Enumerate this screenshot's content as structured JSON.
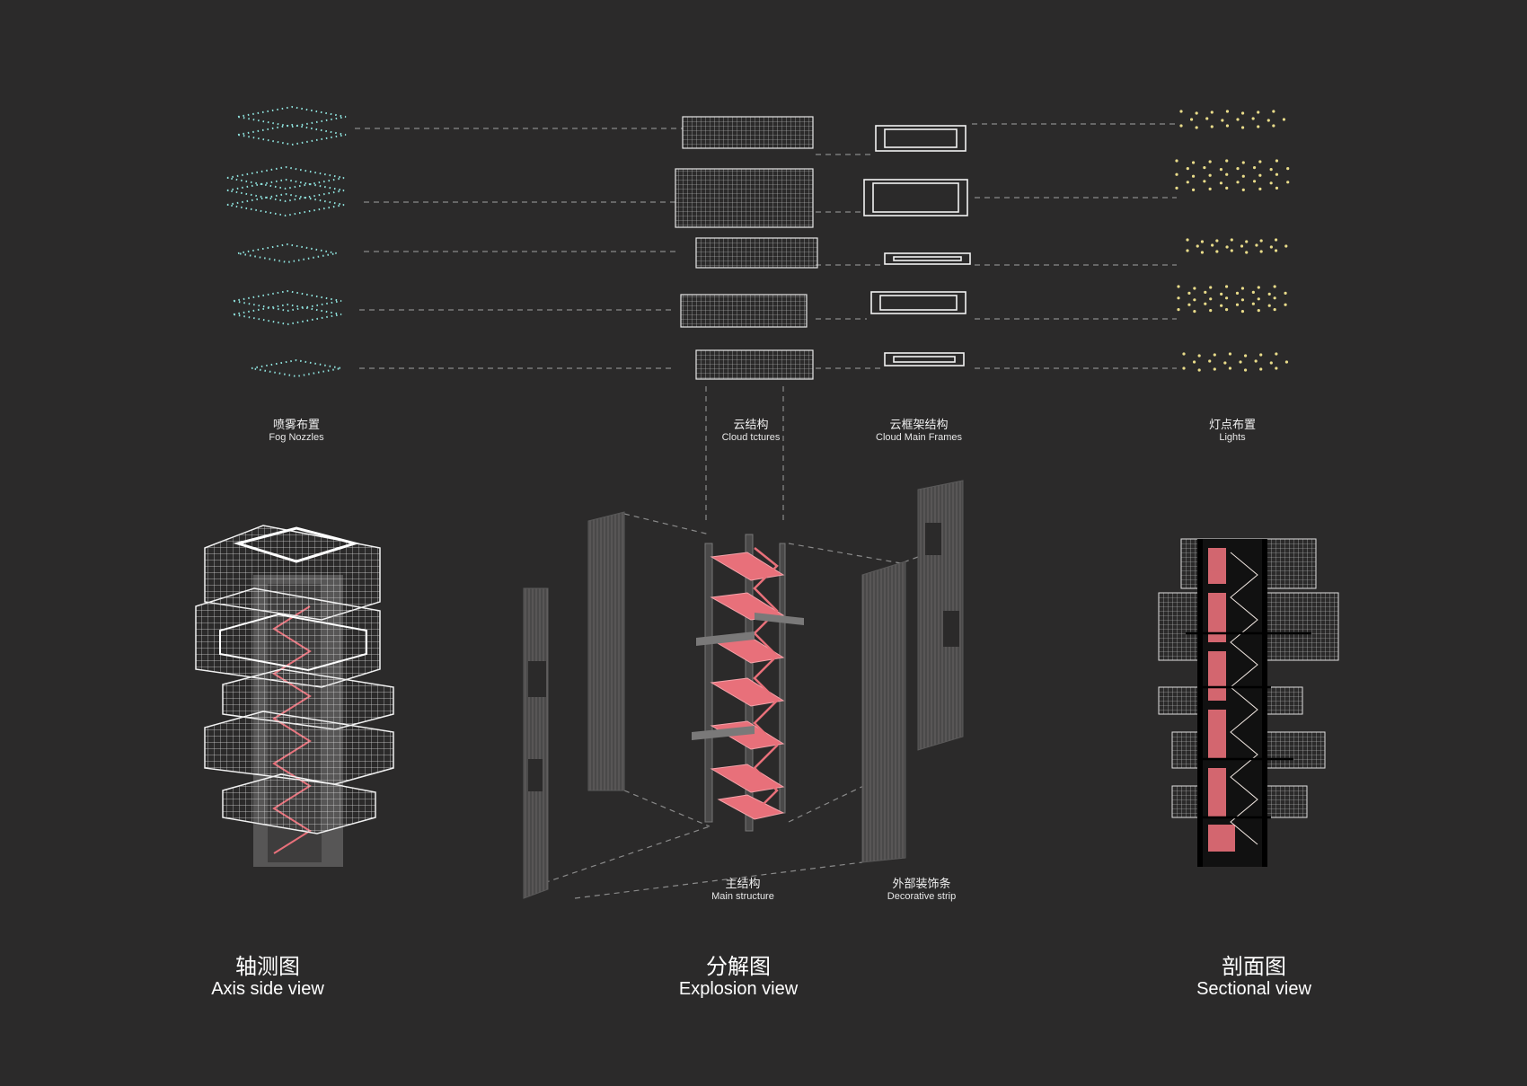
{
  "colors": {
    "background": "#2b2a2a",
    "fog": "#8fe3de",
    "light": "#e9dc8a",
    "stair": "#e8707a",
    "wire": "#e6e6e6",
    "dash": "#8a8a8a",
    "panel": "#4e4d4d"
  },
  "top_labels": {
    "fog": {
      "cn": "喷雾布置",
      "en": "Fog Nozzles"
    },
    "cloud": {
      "cn": "云结构",
      "en": "Cloud tctures"
    },
    "frames": {
      "cn": "云框架结构",
      "en": "Cloud Main Frames"
    },
    "lights": {
      "cn": "灯点布置",
      "en": "Lights"
    }
  },
  "mid_labels": {
    "main": {
      "cn": "主结构",
      "en": "Main structure"
    },
    "strip": {
      "cn": "外部装饰条",
      "en": "Decorative strip"
    }
  },
  "views": [
    {
      "cn": "轴测图",
      "en": "Axis side view"
    },
    {
      "cn": "分解图",
      "en": "Explosion view"
    },
    {
      "cn": "剖面图",
      "en": "Sectional view"
    }
  ]
}
